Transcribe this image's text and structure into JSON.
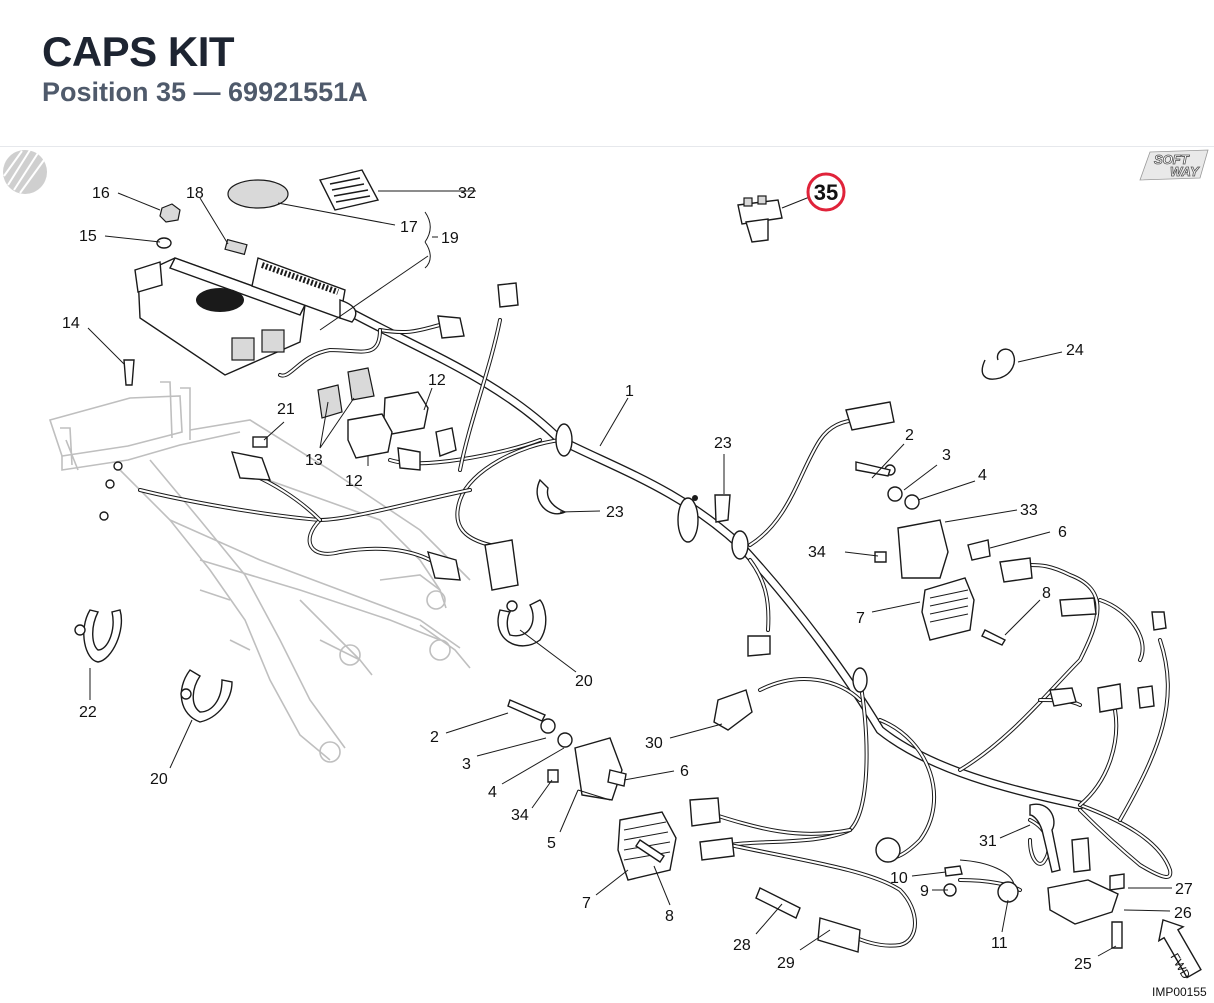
{
  "header": {
    "title": "CAPS KIT",
    "subtitle": "Position 35 — 69921551A"
  },
  "diagram": {
    "highlight": {
      "label": "35"
    },
    "labels": {
      "l16": "16",
      "l18": "18",
      "l32": "32",
      "l15": "15",
      "l17": "17",
      "l19": "19",
      "l14": "14",
      "l24": "24",
      "l12a": "12",
      "l12b": "12",
      "l1": "1",
      "l21": "21",
      "l13": "13",
      "l2a": "2",
      "l3a": "3",
      "l4a": "4",
      "l23a": "23",
      "l23b": "23",
      "l33": "33",
      "l6a": "6",
      "l34a": "34",
      "l8a": "8",
      "l7a": "7",
      "l20a": "20",
      "l22": "22",
      "l20b": "20",
      "l2b": "2",
      "l30": "30",
      "l3b": "3",
      "l6b": "6",
      "l4b": "4",
      "l34b": "34",
      "l5": "5",
      "l31": "31",
      "l7b": "7",
      "l8b": "8",
      "l10": "10",
      "l9": "9",
      "l27": "27",
      "l26": "26",
      "l11": "11",
      "l28": "28",
      "l29": "29",
      "l25": "25"
    },
    "logo": {
      "line1": "SOFT",
      "line2": "WAY"
    },
    "fwd": "FWD",
    "image_code": "IMP00155"
  }
}
